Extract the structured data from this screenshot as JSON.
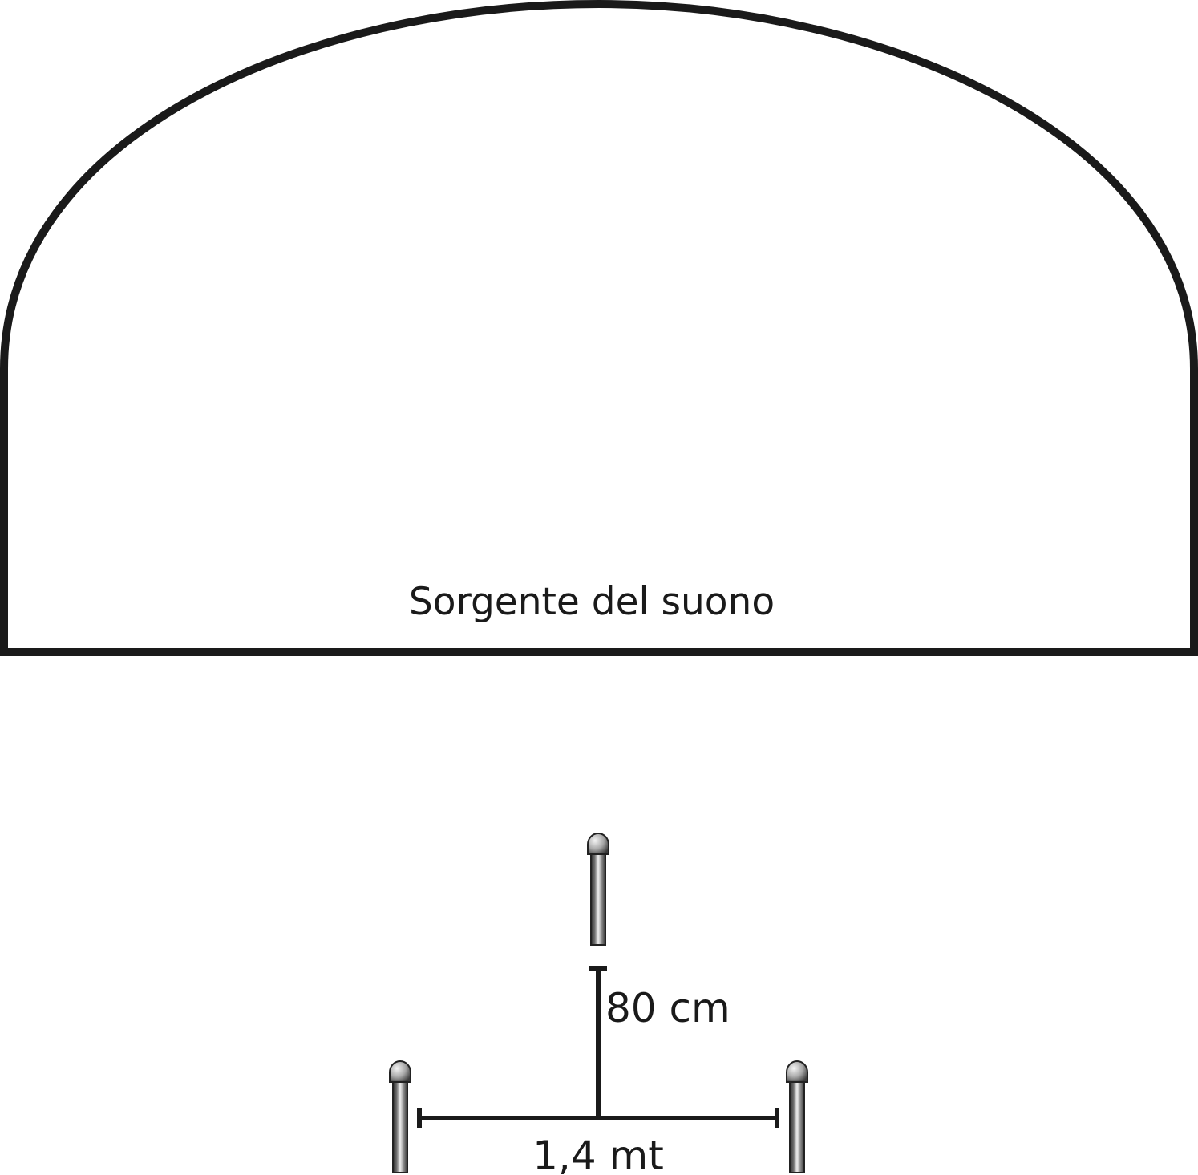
{
  "diagram": {
    "source_label": "Sorgente del suono",
    "vertical_dimension": "80 cm",
    "horizontal_dimension": "1,4 mt"
  },
  "colors": {
    "outline": "#1a1a1a",
    "background": "#ffffff",
    "microphone_dark": "#3a3a3a",
    "microphone_light": "#e8e8e8"
  },
  "microphones": [
    {
      "name": "microphone-center",
      "position": "top-center"
    },
    {
      "name": "microphone-left",
      "position": "bottom-left"
    },
    {
      "name": "microphone-right",
      "position": "bottom-right"
    }
  ]
}
